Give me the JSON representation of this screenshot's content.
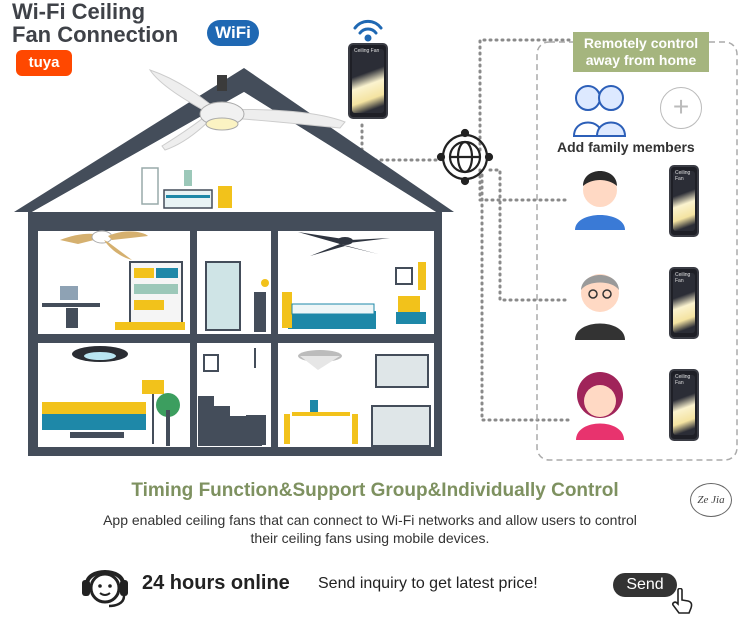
{
  "title": {
    "line1": "Wi-Fi Ceiling",
    "line2": "Fan Connection"
  },
  "badges": {
    "wifi": "WiFi",
    "brand": "tuya"
  },
  "remote": {
    "line1": "Remotely control",
    "line2": "away from home"
  },
  "family": {
    "label": "Add family members",
    "add_symbol": "+"
  },
  "phone_label": "Ceiling Fan",
  "heading": "Timing Function&Support Group&Individually Control",
  "description": {
    "line1": "App enabled ceiling fans that can connect to Wi-Fi networks and allow users to control",
    "line2": "their ceiling fans using mobile devices."
  },
  "signature": "Ze Jia",
  "footer": {
    "online": "24 hours online",
    "inquiry": "Send inquiry to get latest price!",
    "send_label": "Send"
  },
  "colors": {
    "house": "#444d5a",
    "accent_green": "#a5b57e",
    "heading_green": "#7e9160",
    "wifi_blue": "#1f68b3",
    "tuya_orange": "#ff4800",
    "floor_blue": "#1e88a8",
    "sofa_yellow": "#f2c21b"
  },
  "icons": [
    "wifi-signal-icon",
    "globe-network-icon",
    "headset-icon",
    "hand-pointer-icon",
    "plus-icon"
  ]
}
